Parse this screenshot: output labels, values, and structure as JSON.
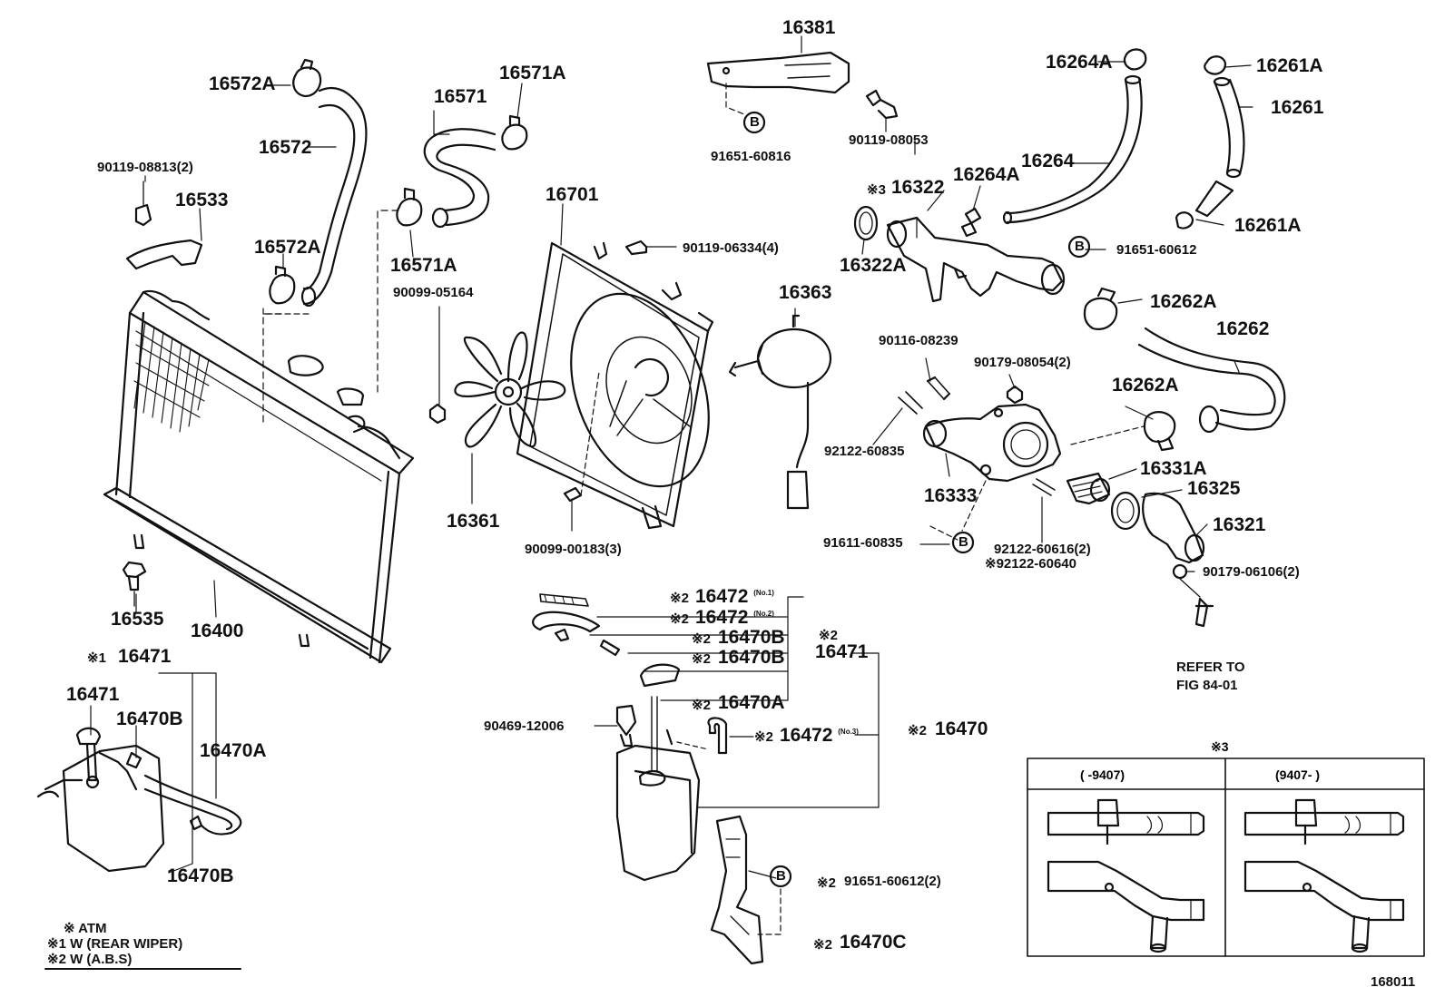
{
  "fig_number": "168011",
  "parts": {
    "p16381": "16381",
    "p16264A_top": "16264A",
    "p16261A_top": "16261A",
    "p16572A_top": "16572A",
    "p16571A_top": "16571A",
    "p16571": "16571",
    "p16261": "16261",
    "p16572": "16572",
    "p16264": "16264",
    "b90119_08813": "90119-08813(2)",
    "b91651_60816": "91651-60816",
    "b90119_08053": "90119-08053",
    "mark3": "※3",
    "p16322": "16322",
    "p16264A_mid": "16264A",
    "p16533": "16533",
    "p16701": "16701",
    "p16261A_mid": "16261A",
    "b90119_06334": "90119-06334(4)",
    "b91651_60612": "91651-60612",
    "p16572A_mid": "16572A",
    "p16571A_mid": "16571A",
    "p16322A": "16322A",
    "b90099_05164": "90099-05164",
    "p16363": "16363",
    "p16262A_top": "16262A",
    "p16262": "16262",
    "b90116_08239": "90116-08239",
    "b90179_08054": "90179-08054(2)",
    "p16262A_mid": "16262A",
    "b92122_60835": "92122-60835",
    "p16331A": "16331A",
    "p16325": "16325",
    "p16333": "16333",
    "p16361": "16361",
    "p16321": "16321",
    "b90099_00183": "90099-00183(3)",
    "b91611_60835": "91611-60835",
    "b92122_60616": "92122-60616(2)",
    "b92122_60640": "※92122-60640",
    "b90179_06106": "90179-06106(2)",
    "p16535": "16535",
    "p16400": "16400",
    "refer1": "REFER TO",
    "refer2": "FIG 84-01",
    "h16471_mark": "※1",
    "h16471": "16471",
    "p16471_l": "16471",
    "p16470B_l": "16470B",
    "p16470A_l": "16470A",
    "p16470B_lb": "16470B",
    "m_472_1": "※2",
    "p16472_1": "16472",
    "n_472_1": "(No.1)",
    "m_472_2": "※2",
    "p16472_2": "16472",
    "n_472_2": "(No.2)",
    "m_470B_1": "※2",
    "p16470B_1": "16470B",
    "m_470B_2": "※2",
    "p16470B_2": "16470B",
    "m_471": "※2",
    "p16471_r": "16471",
    "m_470A": "※2",
    "p16470A_r": "16470A",
    "b90469_12006": "90469-12006",
    "m_472_3": "※2",
    "p16472_3": "16472",
    "n_472_3": "(No.3)",
    "m_470": "※2",
    "p16470": "16470",
    "m_91651": "※2",
    "b91651_60612_2": "91651-60612(2)",
    "m_470C": "※2",
    "p16470C": "16470C",
    "inset_mark": "※3",
    "inset_left": "(        -9407)",
    "inset_right": "(9407-         )",
    "bolt_mark": "B"
  },
  "legend": {
    "l1": "※ ATM",
    "l2": "※1 W (REAR WIPER)",
    "l3": "※2 W (A.B.S)"
  }
}
